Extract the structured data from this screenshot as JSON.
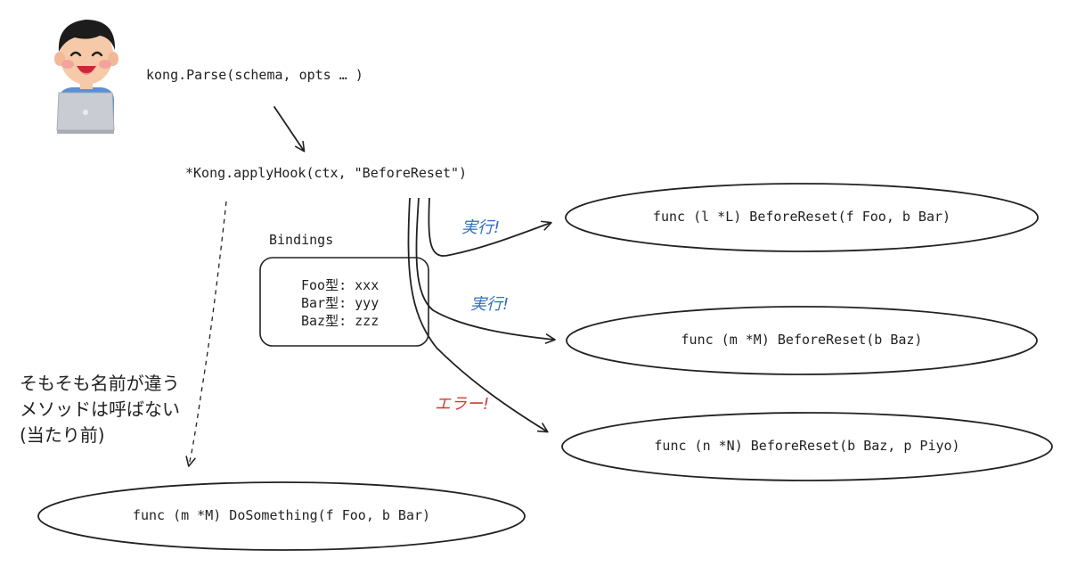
{
  "caller": {
    "icon": "person-with-laptop-icon",
    "call": "kong.Parse(schema, opts … )"
  },
  "hook_call": "*Kong.applyHook(ctx, \"BeforeReset\")",
  "bindings": {
    "title": "Bindings",
    "rows": [
      "Foo型: xxx",
      "Bar型: yyy",
      "Baz型: zzz"
    ]
  },
  "methods": [
    {
      "signature": "func (l *L) BeforeReset(f Foo, b Bar)",
      "result": "実行!",
      "result_color": "#2f6fbf"
    },
    {
      "signature": "func (m *M) BeforeReset(b Baz)",
      "result": "実行!",
      "result_color": "#2f6fbf"
    },
    {
      "signature": "func (n *N) BeforeReset(b Baz, p Piyo)",
      "result": "エラー!",
      "result_color": "#d03a32"
    }
  ],
  "other_method": {
    "signature": "func (m *M) DoSomething(f Foo, b Bar)"
  },
  "note": {
    "lines": [
      "そもそも名前が違う",
      "メソッドは呼ばない",
      "(当たり前)"
    ]
  }
}
